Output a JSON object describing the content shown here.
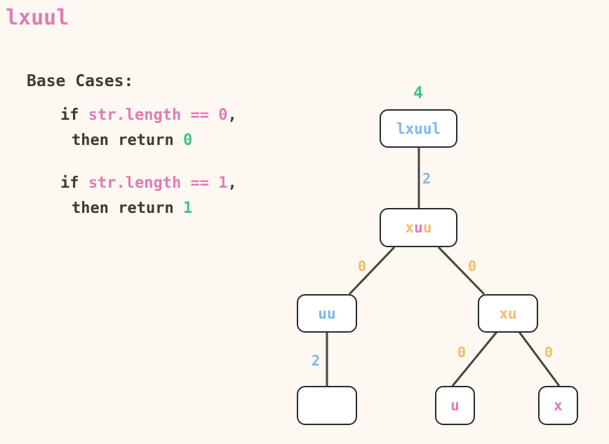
{
  "title": "lxuul",
  "base_cases": {
    "heading": "Base Cases:",
    "case1": {
      "kw_if": "if",
      "cond": "str.length == 0",
      "comma": ",",
      "then": "then return",
      "ret": "0"
    },
    "case2": {
      "kw_if": "if",
      "cond": "str.length == 1",
      "comma": ",",
      "then": "then return",
      "ret": "1"
    }
  },
  "tree": {
    "root_result": "4",
    "nodes": [
      {
        "id": "root",
        "chars": [
          {
            "c": "l",
            "color": "blue"
          },
          {
            "c": "x",
            "color": "blue"
          },
          {
            "c": "u",
            "color": "blue"
          },
          {
            "c": "u",
            "color": "blue"
          },
          {
            "c": "l",
            "color": "blue"
          }
        ]
      },
      {
        "id": "xuu",
        "chars": [
          {
            "c": "x",
            "color": "orange"
          },
          {
            "c": "u",
            "color": "pink"
          },
          {
            "c": "u",
            "color": "orange"
          }
        ]
      },
      {
        "id": "uu",
        "chars": [
          {
            "c": "u",
            "color": "blue"
          },
          {
            "c": "u",
            "color": "blue"
          }
        ]
      },
      {
        "id": "xu",
        "chars": [
          {
            "c": "x",
            "color": "orange"
          },
          {
            "c": "u",
            "color": "orange"
          }
        ]
      },
      {
        "id": "empty",
        "chars": []
      },
      {
        "id": "u",
        "chars": [
          {
            "c": "u",
            "color": "pink"
          }
        ]
      },
      {
        "id": "x",
        "chars": [
          {
            "c": "x",
            "color": "pink"
          }
        ]
      }
    ],
    "edges": [
      {
        "from": "root",
        "to": "xuu",
        "label": "2",
        "color": "blue"
      },
      {
        "from": "xuu",
        "to": "uu",
        "label": "0",
        "color": "orange"
      },
      {
        "from": "xuu",
        "to": "xu",
        "label": "0",
        "color": "orange"
      },
      {
        "from": "uu",
        "to": "empty",
        "label": "2",
        "color": "blue"
      },
      {
        "from": "xu",
        "to": "u",
        "label": "0",
        "color": "orange"
      },
      {
        "from": "xu",
        "to": "x",
        "label": "0",
        "color": "orange"
      }
    ]
  }
}
